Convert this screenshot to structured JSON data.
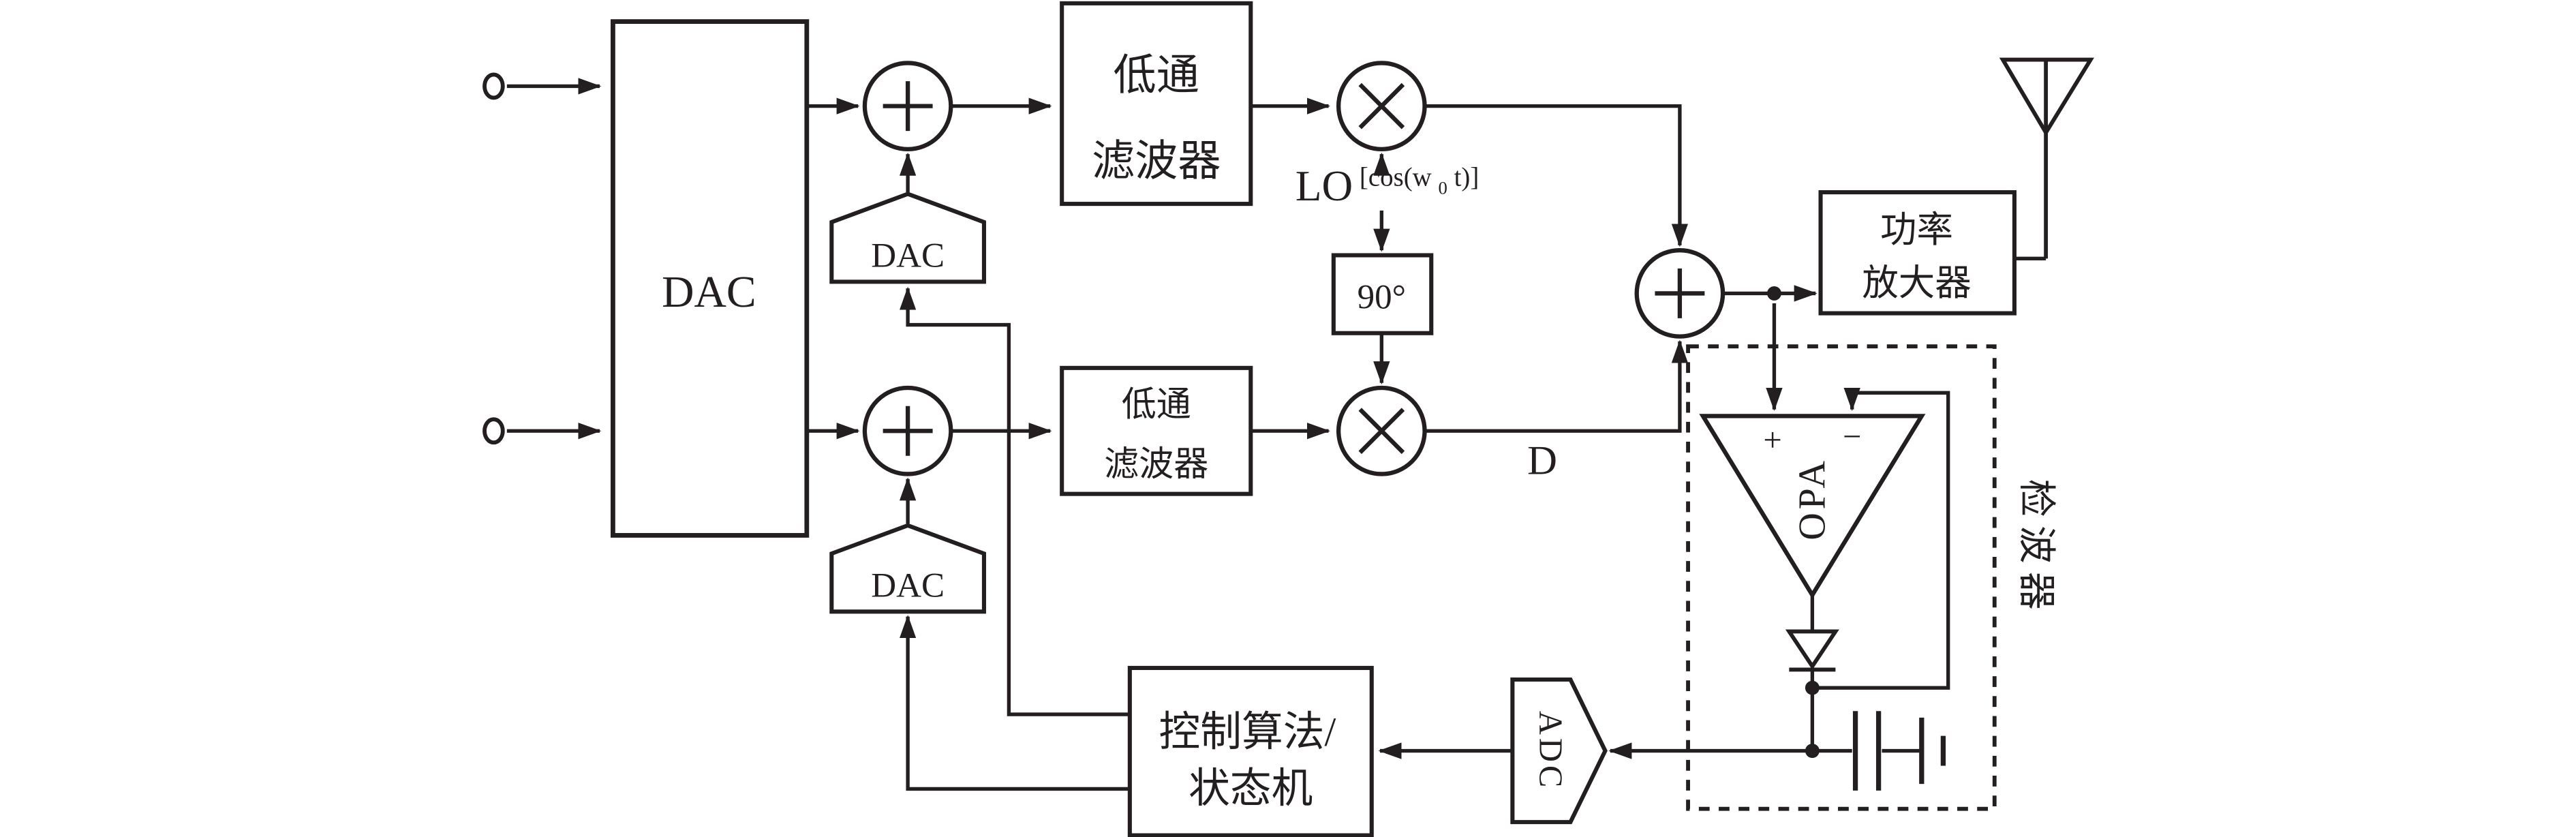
{
  "diagram": {
    "type": "rf-transmitter-block-diagram",
    "colors": {
      "ink": "#231f20",
      "background": "#ffffff"
    },
    "blocks": {
      "main_dac": {
        "label": "DAC"
      },
      "lpf_i": {
        "line1": "低通",
        "line2": "滤波器"
      },
      "lpf_q": {
        "line1": "低通",
        "line2": "滤波器"
      },
      "phase_shift": {
        "label": "90°"
      },
      "power_amp": {
        "line1": "功率",
        "line2": "放大器"
      },
      "detector": {
        "label": "检波器"
      },
      "opamp": {
        "label": "OPA",
        "plus_input": "+",
        "minus_input": "−"
      },
      "adc": {
        "label": "ADC"
      },
      "dac_trim_i": {
        "label": "DAC"
      },
      "dac_trim_q": {
        "label": "DAC"
      },
      "control": {
        "line1": "控制算法/",
        "line2": "状态机"
      }
    },
    "annotations": {
      "lo": {
        "base": "LO",
        "sup_open": "[cos(w",
        "sub": "0",
        "sup_close": "t)]"
      },
      "node_d": "D"
    }
  }
}
